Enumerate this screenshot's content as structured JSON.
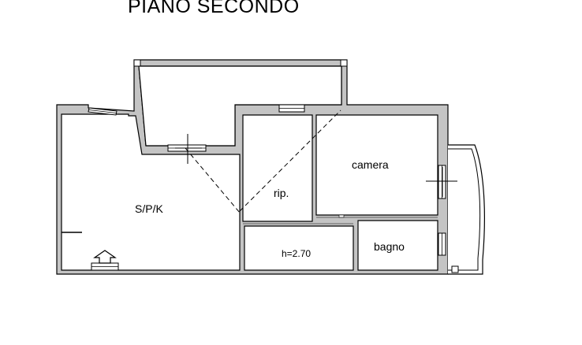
{
  "title": "PIANO SECONDO",
  "rooms": {
    "living": "S/P/K",
    "storage": "rip.",
    "bedroom": "camera",
    "height_note": "h=2.70",
    "bathroom": "bagno"
  }
}
